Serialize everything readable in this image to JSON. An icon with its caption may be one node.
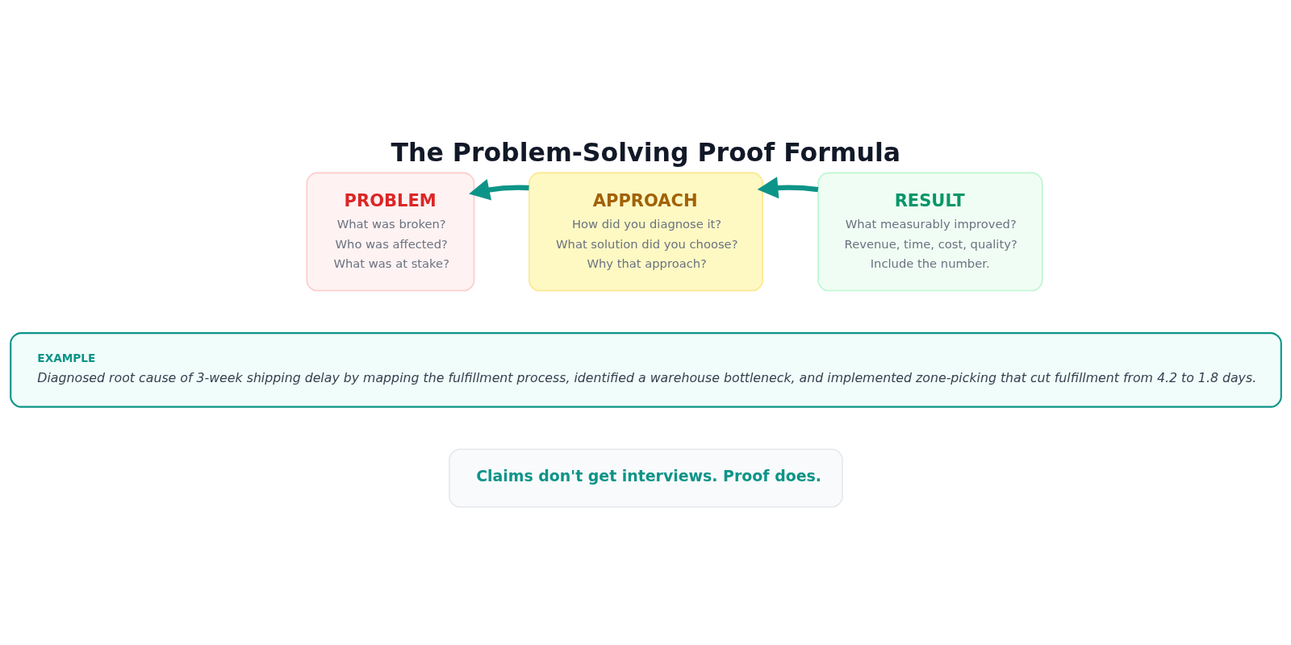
{
  "diagram": {
    "title": "The Problem-Solving Proof Formula",
    "nodes": [
      {
        "text": [
          "PROBLEM",
          "What was broken?",
          "Who was affected?",
          "What was at stake?"
        ]
      },
      {
        "text": [
          "APPROACH",
          "How did you diagnose it?",
          "What solution did you choose?",
          "Why that approach?"
        ]
      },
      {
        "text": [
          "RESULT",
          "What measurably improved?",
          "Revenue, time, cost, quality?",
          "Include the number."
        ]
      },
      {
        "text": [
          "EXAMPLE",
          "Diagnosed root cause of 3-week shipping delay by mapping the fulfillment process, identified a warehouse bottleneck, and implemented zone-picking that cut fulfillment from 4.2 to 1.8 days."
        ]
      },
      {
        "text": [
          "Claims don't get interviews. Proof does."
        ]
      }
    ],
    "edges": [
      {
        "from": 1,
        "to": 0,
        "arrow": "to"
      },
      {
        "from": 2,
        "to": 1,
        "arrow": "to"
      }
    ]
  }
}
